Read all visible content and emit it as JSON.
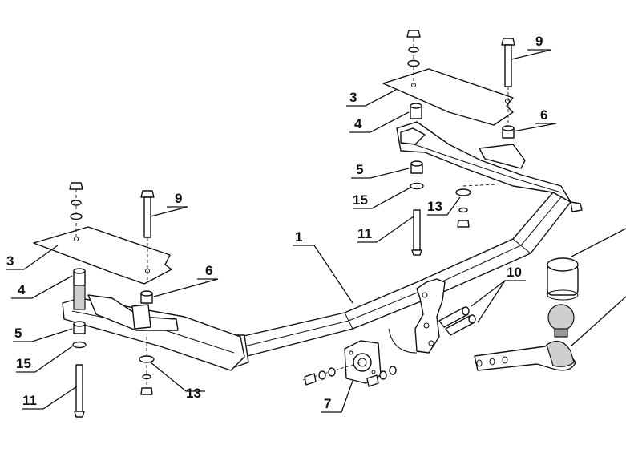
{
  "callouts": [
    {
      "id": "c1",
      "label": "1"
    },
    {
      "id": "c3a",
      "label": "3"
    },
    {
      "id": "c3b",
      "label": "3"
    },
    {
      "id": "c4a",
      "label": "4"
    },
    {
      "id": "c4b",
      "label": "4"
    },
    {
      "id": "c5a",
      "label": "5"
    },
    {
      "id": "c5b",
      "label": "5"
    },
    {
      "id": "c6a",
      "label": "6"
    },
    {
      "id": "c6b",
      "label": "6"
    },
    {
      "id": "c7",
      "label": "7"
    },
    {
      "id": "c9a",
      "label": "9"
    },
    {
      "id": "c9b",
      "label": "9"
    },
    {
      "id": "c10",
      "label": "10"
    },
    {
      "id": "c11a",
      "label": "11"
    },
    {
      "id": "c11b",
      "label": "11"
    },
    {
      "id": "c13a",
      "label": "13"
    },
    {
      "id": "c13b",
      "label": "13"
    },
    {
      "id": "c15a",
      "label": "15"
    },
    {
      "id": "c15b",
      "label": "15"
    }
  ]
}
